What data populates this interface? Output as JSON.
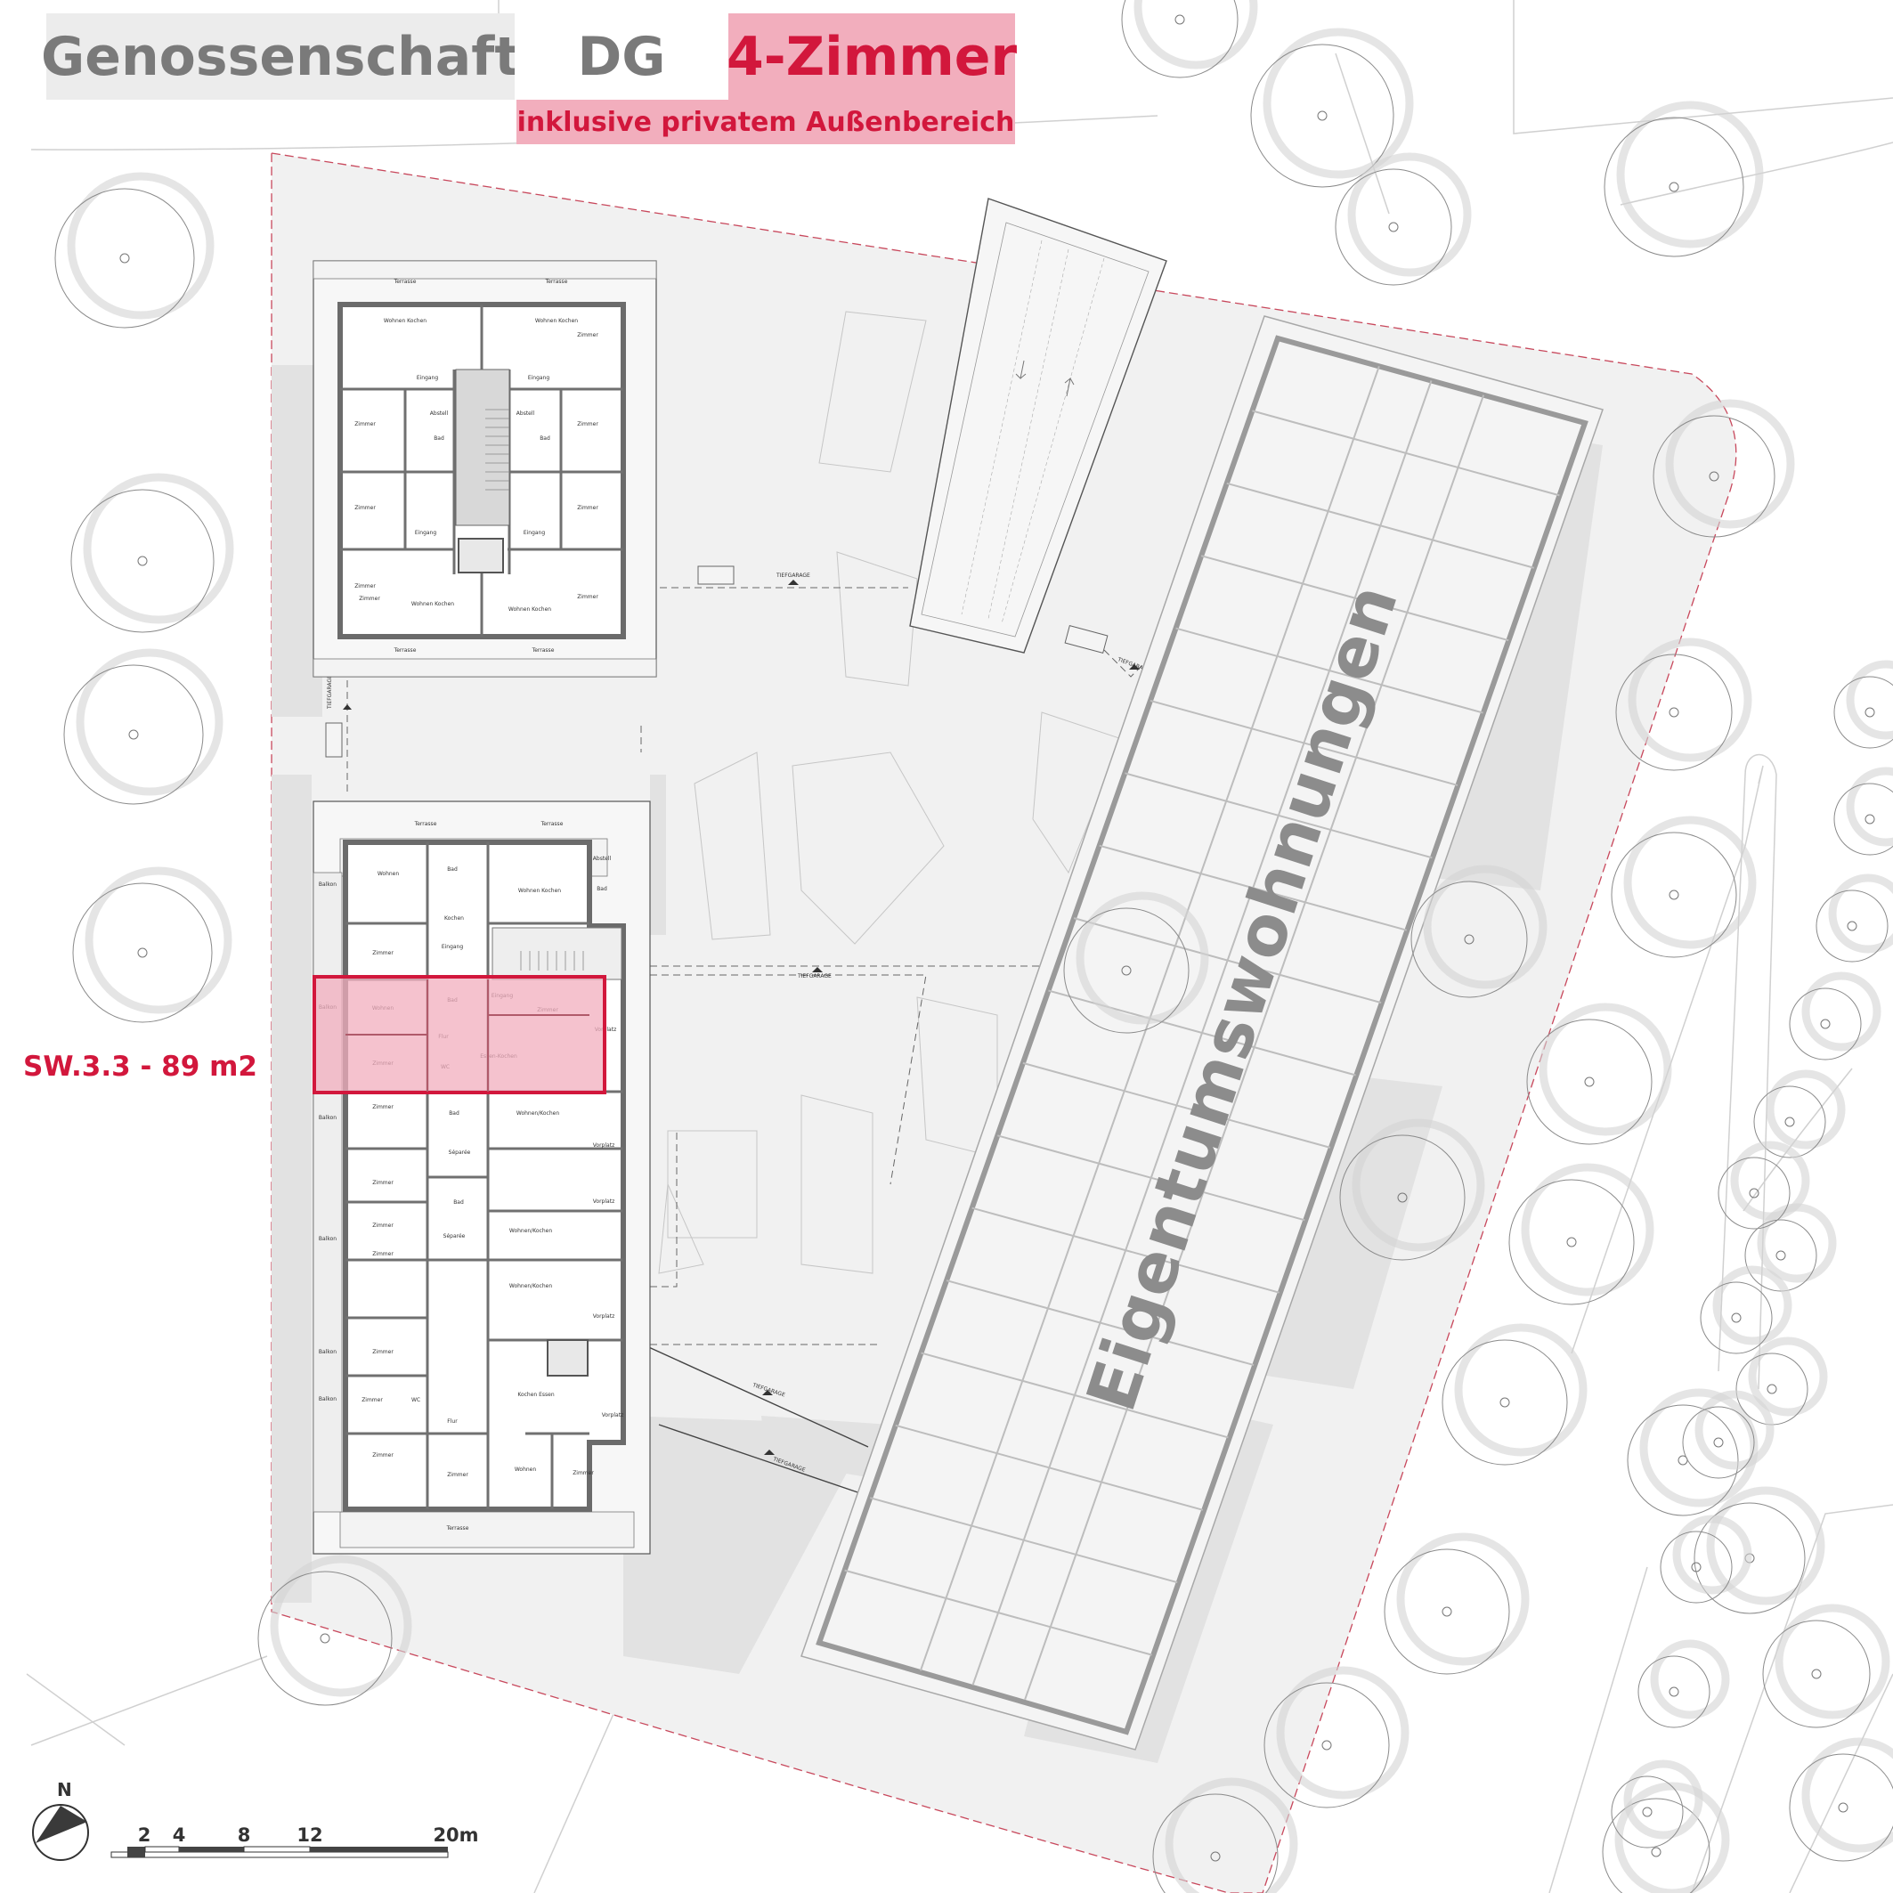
{
  "header": {
    "cooperative": "Genossenschaft",
    "floor": "DG",
    "unit_type": "4-Zimmer",
    "subtitle": "inklusive privatem Außenbereich"
  },
  "highlight": {
    "unit_label": "SW.3.3 - 89 m2",
    "color": "#d2173c",
    "fill": "#f2aebd"
  },
  "east_building": {
    "label": "Eigentumswohnungen"
  },
  "north_arrow": {
    "label": "N"
  },
  "scale_bar": {
    "ticks": [
      "2",
      "4",
      "8",
      "12",
      "20m"
    ]
  },
  "garage_label": "TIEFGARAGE",
  "north_building_rooms": [
    "Terrasse",
    "Terrasse",
    "Wohnen Kochen",
    "Wohnen Kochen",
    "Zimmer",
    "Eingang",
    "Eingang",
    "Zimmer",
    "Abstell",
    "Abstell",
    "Zimmer",
    "Bad",
    "Bad",
    "Zimmer",
    "Zimmer",
    "Zimmer",
    "Eingang",
    "Eingang",
    "Zimmer",
    "Zimmer",
    "Wohnen Kochen",
    "Wohnen Kochen",
    "Terrasse",
    "Terrasse"
  ],
  "south_building_rooms": [
    "Terrasse",
    "Terrasse",
    "Wohnen",
    "Bad",
    "Abstell",
    "Wohnen Kochen",
    "Bad",
    "Balkon",
    "Kochen",
    "Zimmer",
    "Eingang",
    "Balkon",
    "Wohnen",
    "Bad",
    "Eingang",
    "Zimmer",
    "Vorplatz",
    "Zimmer",
    "Flur",
    "Essen-Kochen",
    "WC",
    "Zimmer",
    "Bad",
    "Wohnen/Kochen",
    "Balkon",
    "Vorplatz",
    "Séparée",
    "Zimmer",
    "Bad",
    "Zimmer",
    "Séparée",
    "Wohnen/Kochen",
    "Vorplatz",
    "Balkon",
    "Zimmer",
    "Wohnen/Kochen",
    "Vorplatz",
    "Zimmer",
    "Balkon",
    "Zimmer",
    "WC",
    "Kochen Essen",
    "Balkon",
    "Flur",
    "Vorplatz",
    "Zimmer",
    "Zimmer",
    "Wohnen",
    "Zimmer",
    "Terrasse"
  ]
}
